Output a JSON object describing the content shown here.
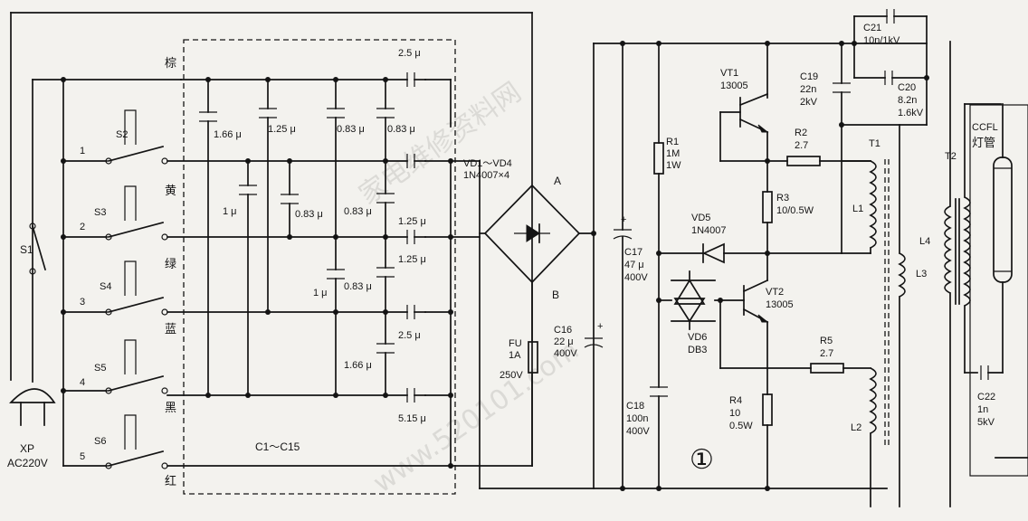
{
  "labels": {
    "plug": "XP",
    "mains": "AC220V",
    "s1": "S1",
    "s2": "S2",
    "s3": "S3",
    "s4": "S4",
    "s5": "S5",
    "s6": "S6",
    "n1": "1",
    "n2": "2",
    "n3": "3",
    "n4": "4",
    "n5": "5",
    "w_brown": "棕",
    "w_yellow": "黄",
    "w_green": "绿",
    "w_blue": "蓝",
    "w_black": "黑",
    "w_red": "红",
    "cap_25": "2.5 μ",
    "cap_166a": "1.66 μ",
    "cap_125a": "1.25 μ",
    "cap_083a": "0.83 μ",
    "cap_083b": "0.83 μ",
    "cap_1a": "1 μ",
    "cap_083c": "0.83 μ",
    "cap_083d": "0.83 μ",
    "cap_125b": "1.25 μ",
    "cap_1b": "1 μ",
    "cap_083e": "0.83 μ",
    "cap_125c": "1.25 μ",
    "cap_25b": "2.5 μ",
    "cap_166b": "1.66 μ",
    "cap_515": "5.15 μ",
    "cap_group": "C1～C15",
    "vd_bridge": "VD1～VD4",
    "vd_bridge_type": "1N4007×4",
    "node_a": "A",
    "node_b": "B",
    "fu": "FU",
    "fu_rating": "1A",
    "fu_volt": "250V",
    "c16": "C16",
    "c16_val": "22 μ",
    "c16_volt": "400V",
    "c17": "C17",
    "c17_val": "47 μ",
    "c17_volt": "400V",
    "c18": "C18",
    "c18_val": "100n",
    "c18_volt": "400V",
    "r1": "R1",
    "r1_val": "1M",
    "r1_pw": "1W",
    "vt1": "VT1",
    "vt1_type": "13005",
    "r2": "R2",
    "r2_val": "2.7",
    "r3": "R3",
    "r3_val": "10/0.5W",
    "vd5": "VD5",
    "vd5_type": "1N4007",
    "vd6": "VD6",
    "vd6_type": "DB3",
    "vt2": "VT2",
    "vt2_type": "13005",
    "r5": "R5",
    "r5_val": "2.7",
    "r4": "R4",
    "r4_val": "10",
    "r4_pw": "0.5W",
    "c19": "C19",
    "c19_val": "22n",
    "c19_volt": "2kV",
    "c20": "C20",
    "c20_val": "8.2n",
    "c20_volt": "1.6kV",
    "c21": "C21",
    "c21_val": "10n/1kV",
    "t1": "T1",
    "t2": "T2",
    "l1": "L1",
    "l2": "L2",
    "l3": "L3",
    "l4": "L4",
    "ccfl": "CCFL",
    "ccfl_cn": "灯管",
    "c22": "C22",
    "c22_val": "1n",
    "c22_volt": "5kV",
    "figure_mark": "①"
  },
  "watermarks": [
    "家电维修资料网",
    "www.520101.com"
  ]
}
